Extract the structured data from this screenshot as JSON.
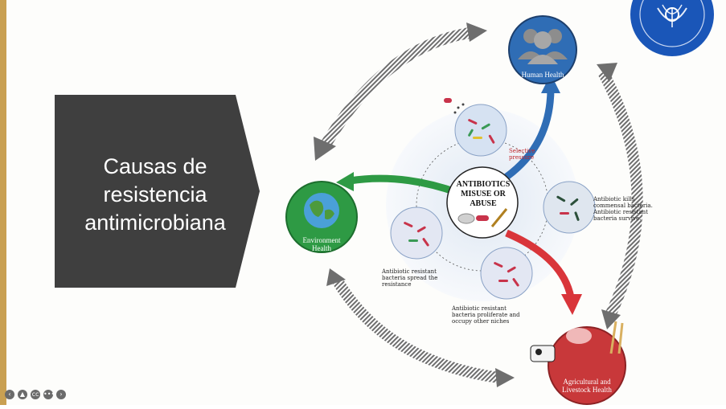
{
  "slide": {
    "title_lines": [
      "Causas de",
      "resistencia",
      "antimicrobiana"
    ]
  },
  "diagram": {
    "center": {
      "line1": "ANTIBIOTICS",
      "line2": "MISUSE OR ABUSE"
    },
    "nodes": {
      "human": "Human Health",
      "environment_line1": "Environment",
      "environment_line2": "Health",
      "agri_line1": "Agricultural and",
      "agri_line2": "Livestock Health"
    },
    "labels": {
      "selective_1": "Selective",
      "selective_2": "pressure",
      "kills_1": "Antibiotic kills",
      "kills_2": "commensal bacteria.",
      "kills_3": "Antibiotic resistant",
      "kills_4": "bacteria survive.",
      "spread_1": "Antibiotic resistant",
      "spread_2": "bacteria spread the",
      "spread_3": "resistance",
      "prolif_1": "Antibiotic resistant",
      "prolif_2": "bacteria proliferate and",
      "prolif_3": "occupy other niches"
    },
    "colors": {
      "human": "#2f6db5",
      "environment": "#2e9a44",
      "agri": "#c8383a",
      "gray_arrow": "#6e6e6e",
      "title_box": "#3f3f3f"
    }
  },
  "toolbar": {
    "icons": [
      "back-icon",
      "shape-icon",
      "captions-icon",
      "more-icon",
      "forward-icon"
    ],
    "glyphs": [
      "‹",
      "▲",
      "cc",
      "•••",
      "›"
    ]
  }
}
